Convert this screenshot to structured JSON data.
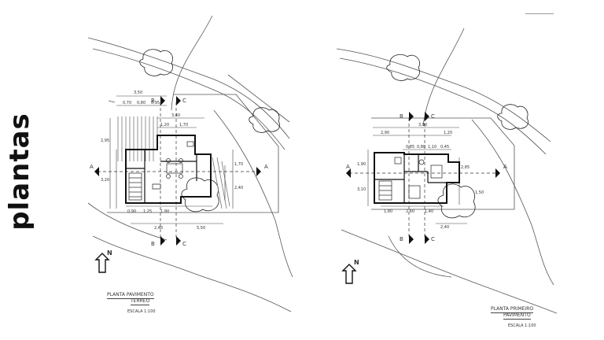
{
  "slide": {
    "title": "plantas"
  },
  "plans": [
    {
      "title_line1": "PLANTA PAVIMENTO",
      "title_line2": "TERREO",
      "scale": "ESCALA  1:100",
      "north": "N",
      "section_a": "A",
      "section_b": "B",
      "section_c": "C",
      "dims": [
        "3,50",
        "0,70",
        "0,80",
        "0,95",
        "3,40",
        "1,20",
        "1,70",
        "2,95",
        "3,20",
        "0,90",
        "1,25",
        "1,90",
        "2,40",
        "5,50",
        "1,70",
        "2,40"
      ]
    },
    {
      "title_line1": "PLANTA PRIMEIRO",
      "title_line2": "PAVIMENTO",
      "scale": "ESCALA  1:100",
      "north": "N",
      "section_a": "A",
      "section_b": "B",
      "section_c": "C",
      "dims": [
        "3,90",
        "2,90",
        "1,20",
        "0,85",
        "0,80",
        "1,10",
        "0,45",
        "1,90",
        "2,85",
        "1,50",
        "3,10",
        "2,40",
        "1,80",
        "2,60",
        "1,40"
      ]
    }
  ]
}
